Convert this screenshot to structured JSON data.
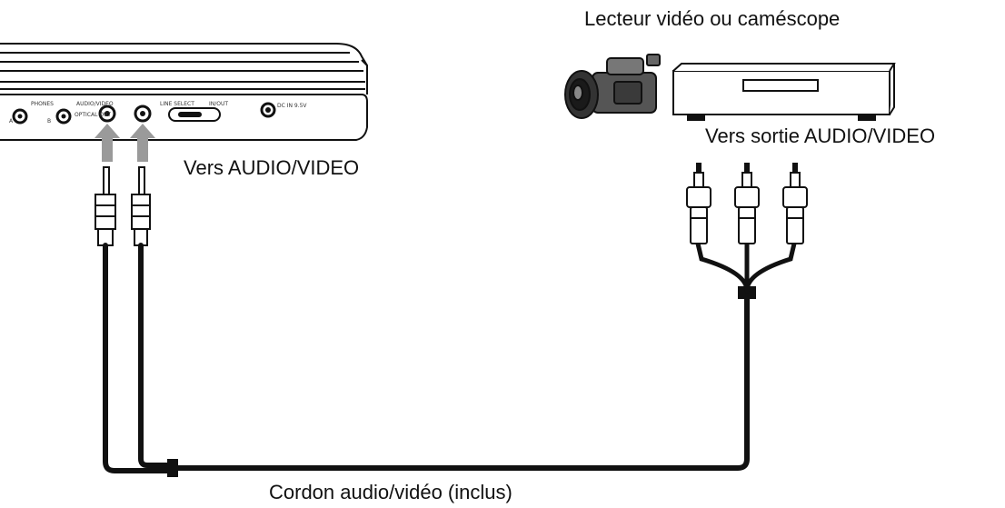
{
  "labels": {
    "source_device": "Lecteur vidéo ou caméscope",
    "output_target": "Vers sortie AUDIO/VIDEO",
    "input_target": "Vers AUDIO/VIDEO",
    "cable": "Cordon audio/vidéo (inclus)"
  },
  "player_panel": {
    "jack1_label": "PHONES",
    "jack1_sub_a": "A",
    "jack1_sub_b": "B",
    "jack2_label": "AUDIO/VIDEO",
    "jack2_sub": "OPTICAL OUT",
    "switch_label": "LINE SELECT",
    "switch_value": "IN/OUT",
    "dc_label": "DC IN 9.5V"
  },
  "colors": {
    "line": "#111111",
    "arrow": "#9a9a9a",
    "device_fill": "#ffffff"
  }
}
